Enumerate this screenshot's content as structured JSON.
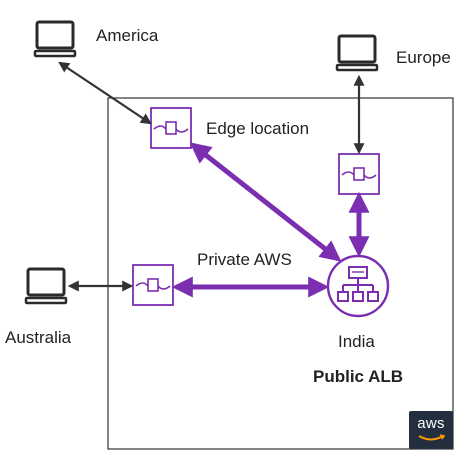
{
  "labels": {
    "america": "America",
    "europe": "Europe",
    "australia": "Australia",
    "edge_location": "Edge location",
    "private_aws": "Private AWS",
    "india": "India",
    "public_alb": "Public ALB"
  },
  "badge": {
    "text": "aws"
  },
  "colors": {
    "accent": "#7b2fb0",
    "region_border": "#333333",
    "computer": "#2a2a2a",
    "badge_bg": "#232f3e"
  },
  "icons": {
    "client": "computer-icon",
    "edge": "edge-location-icon",
    "alb": "load-balancer-icon"
  }
}
